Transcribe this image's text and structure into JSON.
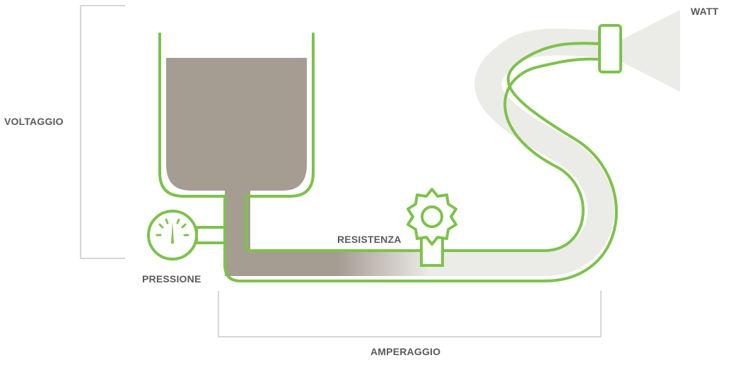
{
  "labels": {
    "voltage": "VOLTAGGIO",
    "pressure": "PRESSIONE",
    "resistance": "RESISTENZA",
    "watt": "WATT",
    "amperage": "AMPERAGGIO"
  },
  "colors": {
    "outline": "#7dc24b",
    "water": "#a59c92",
    "pipe_light": "#ebebe7",
    "bracket": "#c9c9c9",
    "text": "#5a5a5a"
  },
  "icons": {
    "gauge": "pressure-gauge-icon",
    "valve": "valve-gear-icon",
    "nozzle": "nozzle-cone-icon"
  }
}
